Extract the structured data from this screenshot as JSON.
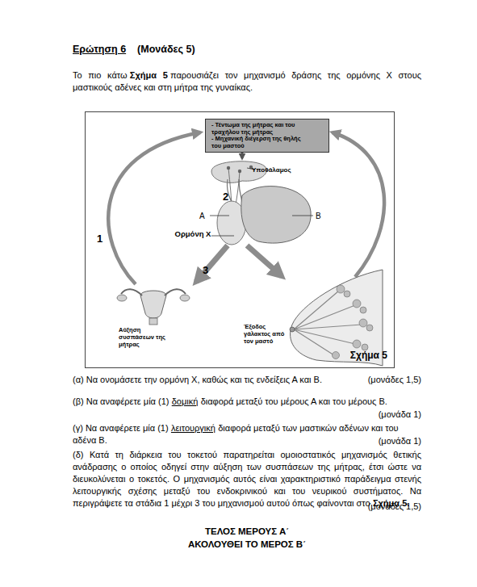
{
  "diagram": {
    "title": "Ερώτηση 6",
    "nodes": [
      {
        "text": [
          "Σχήμα 5"
        ]
      },
      {
        "text": [
          "- Τέντωμα της μήτρας και του τραχήλου της μήτρας",
          "- Μηχανική διέγερση της θηλής του μαστού"
        ],
        "in": 0
      }
    ],
    "labels": [
      "(Μονάδες 5)",
      "Το πιο κάτω",
      "Σχήμα 5",
      "παρουσιάζει τον μηχανισμό δράσης της ορμόνης Χ στους μαστικούς αδένες και στη μήτρα της γυναίκας.",
      "Υποθάλαμος",
      "2",
      "Α",
      "Β",
      "Ορμόνη Χ",
      "1",
      "3",
      "Αύξηση συσπάσεων της μήτρας",
      "Έξοδος γάλακτος από τον μαστό",
      "(α) Να ονομάσετε την ορμόνη Χ, καθώς και τις ενδείξεις Α και Β.",
      "(μονάδες 1,5)",
      "(β) Να αναφέρετε μία (1)",
      "δομική",
      "διαφορά μεταξύ του μέρους Α και του μέρους Β.",
      "(μονάδα 1)",
      "(γ) Να αναφέρετε μία (1)",
      "λειτουργική",
      "διαφορά μεταξύ των μαστικών αδένων και του αδένα Β.",
      "(μονάδα 1)",
      "(δ) Κατά τη διάρκεια του τοκετού παρατηρείται ομοιοστατικός μηχανισμός θετικής ανάδρασης ο οποίος οδηγεί στην αύξηση των συσπάσεων της μήτρας, έτσι ώστε να διευκολύνεται ο τοκετός. Ο μηχανισμός αυτός είναι χαρακτηριστικό παράδειγμα στενής λειτουργικής σχέσης μεταξύ του ενδοκρινικού και του νευρικού συστήματος. Να περιγράψετε τα στάδια 1 μέχρι 3 του μηχανισμού αυτού όπως φαίνονται στο",
      "Σχήμα 5.",
      "(μονάδες 1,5)",
      "ΤΕΛΟΣ ΜΕΡΟΥΣ Α΄",
      "ΑΚΟΛΟΥΘΕΙ ΤΟ ΜΕΡΟΣ Β΄"
    ]
  }
}
